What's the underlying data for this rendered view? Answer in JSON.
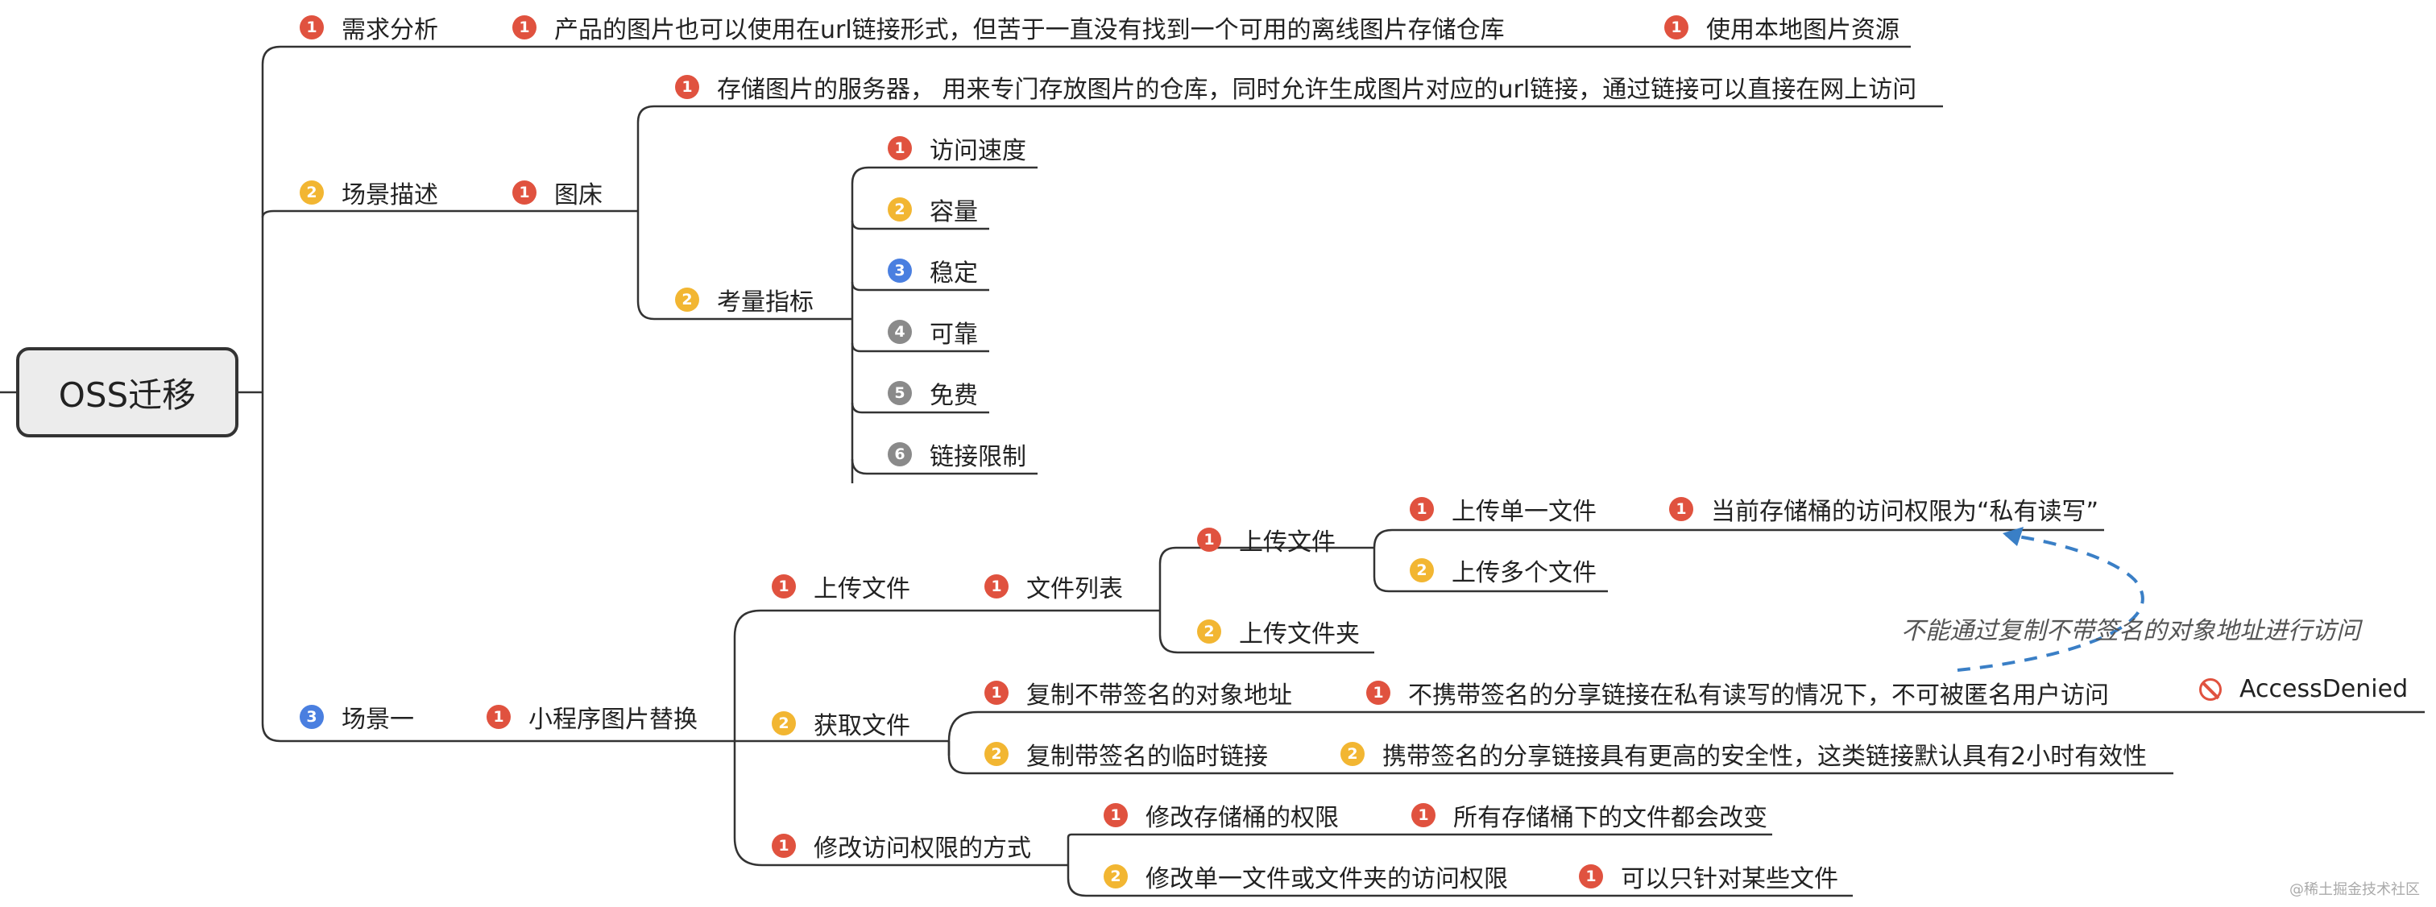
{
  "colors": {
    "p1": "#e0523f",
    "p2": "#f2b632",
    "p3": "#4a7fe0",
    "gray": "#8a8a8a",
    "line": "#333333",
    "dash": "#3a7fc6"
  },
  "root": "OSS迁移",
  "badges": {
    "b1": "1",
    "b2": "2",
    "b3": "3",
    "b4": "4",
    "b5": "5",
    "b6": "6"
  },
  "nodes": {
    "req": "需求分析",
    "req_desc": "产品的图片也可以使用在url链接形式，但苦于一直没有找到一个可用的离线图片存储仓库",
    "req_use": "使用本地图片资源",
    "scene": "场景描述",
    "tuchuang": "图床",
    "tuchuang_desc": "存储图片的服务器， 用来专门存放图片的仓库，同时允许生成图片对应的url链接，通过链接可以直接在网上访问",
    "metrics": "考量指标",
    "m1": "访问速度",
    "m2": "容量",
    "m3": "稳定",
    "m4": "可靠",
    "m5": "免费",
    "m6": "链接限制",
    "s1": "场景一",
    "mini": "小程序图片替换",
    "upload": "上传文件",
    "filelist": "文件列表",
    "upfile": "上传文件",
    "upsingle": "上传单一文件",
    "perm_note": "当前存储桶的访问权限为“私有读写”",
    "upmulti": "上传多个文件",
    "upfolder": "上传文件夹",
    "getfile": "获取文件",
    "copy_nosign": "复制不带签名的对象地址",
    "nosign_desc": "不携带签名的分享链接在私有读写的情况下，不可被匿名用户访问",
    "denied": "AccessDenied",
    "copy_sign": "复制带签名的临时链接",
    "sign_desc": "携带签名的分享链接具有更高的安全性，这类链接默认具有2小时有效性",
    "modify": "修改访问权限的方式",
    "mod_bucket": "修改存储桶的权限",
    "mod_bucket_desc": "所有存储桶下的文件都会改变",
    "mod_single": "修改单一文件或文件夹的访问权限",
    "mod_single_desc": "可以只针对某些文件"
  },
  "note": "不能通过复制不带签名的对象地址进行访问",
  "watermark": "@稀土掘金技术社区"
}
